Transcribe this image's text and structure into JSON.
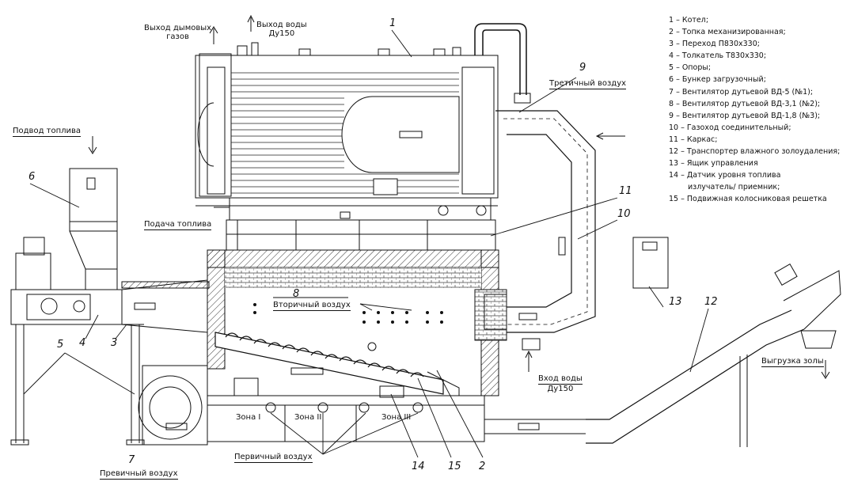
{
  "legend": [
    "1 – Котел;",
    "2 – Топка механизированная;",
    "3 – Переход П830х330;",
    "4 – Толкатель Т830х330;",
    "5 – Опоры;",
    "6 – Бункер загрузочный;",
    "7 – Вентилятор дутьевой ВД-5 (№1);",
    "8 – Вентилятор дутьевой ВД-3,1 (№2);",
    "9 – Вентилятор дутьевой ВД-1,8 (№3);",
    "10 – Газоход соединительный;",
    "11 – Каркас;",
    "12 – Транспортер влажного золоудаления;",
    "13 – Ящик управления",
    "14 – Датчик уровня топлива",
    "излучатель/ приемник;",
    "15 – Подвижная колосниковая решетка"
  ],
  "labels": {
    "flue_gas_exit_1": "Выход дымовых",
    "flue_gas_exit_2": "газов",
    "water_out": "Выход воды",
    "water_out_size": "Ду150",
    "water_in": "Вход воды",
    "water_in_size": "Ду150",
    "fuel_supply": "Подвод топлива",
    "fuel_feed": "Подача топлива",
    "tertiary_air": "Третичный воздух",
    "secondary_air": "Вторичный воздух",
    "primary_air": "Первичный воздух",
    "primary_air_fan": "Превичный воздух",
    "ash_unload": "Выгрузка золы",
    "zone1": "Зона I",
    "zone2": "Зона II",
    "zone3": "Зона III"
  },
  "callouts": {
    "n1": "1",
    "n2": "2",
    "n3": "3",
    "n4": "4",
    "n5": "5",
    "n6": "6",
    "n7": "7",
    "n8": "8",
    "n9": "9",
    "n10": "10",
    "n11": "11",
    "n12": "12",
    "n13": "13",
    "n14": "14",
    "n15": "15"
  }
}
